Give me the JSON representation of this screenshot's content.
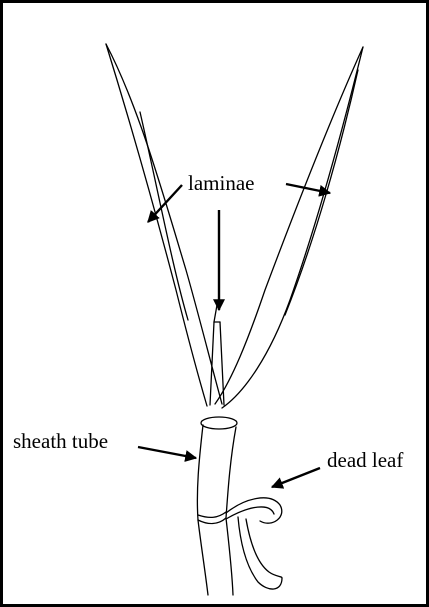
{
  "figure": {
    "labels": {
      "laminae": "laminae",
      "sheath_tube": "sheath tube",
      "dead_leaf": "dead leaf"
    }
  }
}
